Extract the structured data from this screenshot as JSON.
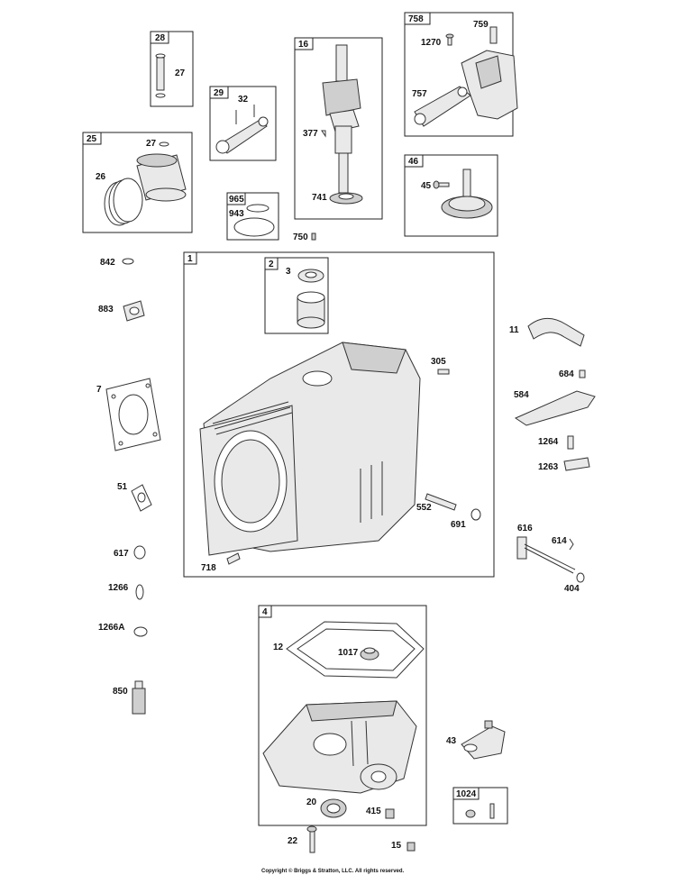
{
  "boxes": {
    "b28": "28",
    "b29": "29",
    "b16": "16",
    "b758": "758",
    "b25": "25",
    "b965": "965",
    "b46": "46",
    "b1": "1",
    "b2": "2",
    "b4": "4",
    "b1024": "1024"
  },
  "labels": {
    "p27a": "27",
    "p32": "32",
    "p377": "377",
    "p741": "741",
    "p1270": "1270",
    "p759": "759",
    "p757": "757",
    "p27b": "27",
    "p26": "26",
    "p943": "943",
    "p750": "750",
    "p45": "45",
    "p842": "842",
    "p883": "883",
    "p7": "7",
    "p51": "51",
    "p617": "617",
    "p1266": "1266",
    "p1266A": "1266A",
    "p850": "850",
    "p3": "3",
    "p305": "305",
    "p552": "552",
    "p691": "691",
    "p718": "718",
    "p11": "11",
    "p684": "684",
    "p584": "584",
    "p1264": "1264",
    "p1263": "1263",
    "p616": "616",
    "p614": "614",
    "p404": "404",
    "p12": "12",
    "p1017": "1017",
    "p20": "20",
    "p415": "415",
    "p43": "43",
    "p22": "22",
    "p15": "15"
  },
  "footer": {
    "copyright": "Copyright © Briggs & Stratton, LLC. All rights reserved."
  }
}
